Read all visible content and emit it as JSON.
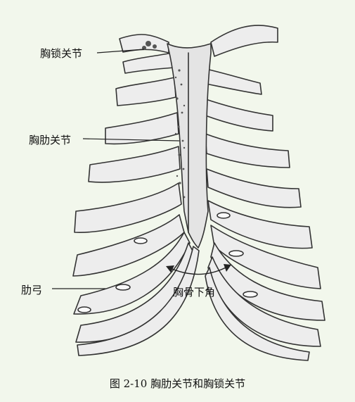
{
  "labels": {
    "sternoclavicular": "胸锁关节",
    "sternocostal": "胸肋关节",
    "costal_arch": "肋弓",
    "infrasternal_angle": "胸骨下角"
  },
  "caption": "图 2-10  胸肋关节和胸锁关节",
  "colors": {
    "background": "#f2f7ec",
    "bone_fill": "#ededed",
    "bone_stroke": "#333333",
    "sternum_fill": "#e4e4e4"
  }
}
